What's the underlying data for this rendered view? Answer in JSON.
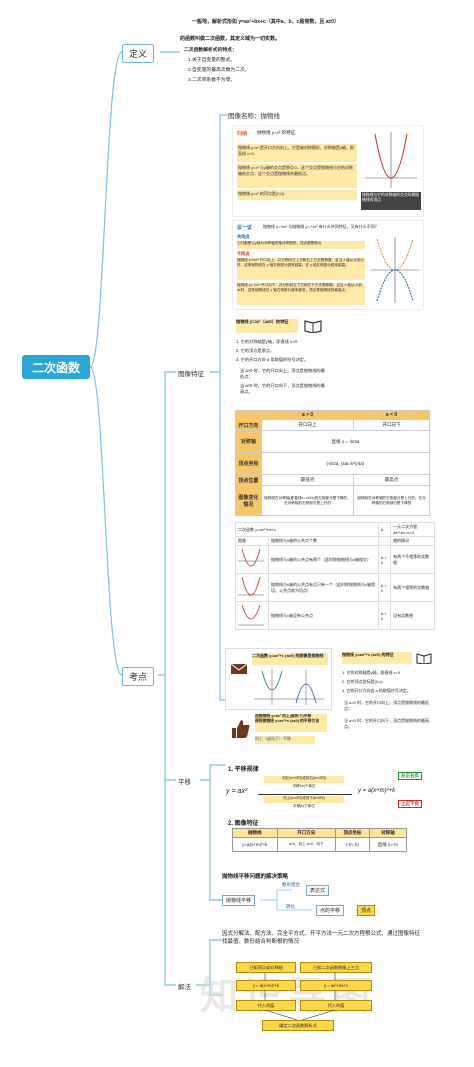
{
  "root": "二次函数",
  "branches": {
    "definition": "定义",
    "exam": "考点"
  },
  "subs": {
    "graph": "图像特征",
    "shift": "平移",
    "solve": "解法"
  },
  "definition": {
    "line1": "一般地，解析式形如 y=ax²+bx+c（其中a、b、c是常数，且 a≠0）",
    "line2": "的函数叫做二次函数，其定义域为一切实数。",
    "features_title": "二次函数解析式的特点：",
    "f1": "1.关于自变量的整式。",
    "f2": "2.自变量的最高次数为二次。",
    "f3": "3.二次项系数不为零。"
  },
  "graph_name": "图像名称：抛物线",
  "summary": {
    "title": "归纳",
    "subtitle": "抛物线 y=x² 的特征.",
    "b1": "抛物线 y=x² 是开口方向向上，它是轴对称图形，对称轴是y轴，即直线 x=0.",
    "b2": "抛物线 y=x² 与y轴的交点是原点O，这个交点是抛物线与它的对称轴的交点，这个交点是抛物线的最低点。",
    "b3": "抛物线 y=x² 的顶点是(0,0).",
    "caption": "抛物线与它的对称轴的交点叫做抛物线的顶点"
  },
  "think": {
    "title": "议一议",
    "subtitle": "抛物线 y=½x² 与抛物线 y=-½x² 有什么共同特征，又有什么不同？",
    "same": "共同点",
    "same_text": "它们都是以y轴为对称轴的轴对称图形，顶点都是原点",
    "diff": "不同点",
    "d1": "抛物线 y=½x² 开口向上，并分别向左上方和右上方无限伸展，且当 x 值从大到小时，这条抛物线在 y 轴右侧部分越来越高；在 y 轴左侧部分越来越高。",
    "d2": "抛物线 y=-½x² 开口向下，并分别向左下方和右下方无限伸展，且当 x 值从小到大时，这条抛物线在 y 轴右侧部分越来越低，顶点是抛物线的最高点。"
  },
  "parabola_props": {
    "title": "抛物线 y=ax²（a≠0）的特征",
    "p1": "1. 它的对称轴是y轴，即直线 x=0.",
    "p2": "2. 它的顶点是原点。",
    "p3": "3. 它的开口方向 a 用取值的符号决定。",
    "p4": "当 a>0 时，它的开口向上，顶点是抛物线的最低点；",
    "p5": "当 a<0 时，它的开口向下，顶点是抛物线的最高点。"
  },
  "table1": {
    "h": [
      "",
      "a > 0",
      "a < 0"
    ],
    "rows": [
      [
        "开口方向",
        "开口向上",
        "开口向下"
      ],
      [
        "对称轴",
        "直线 x = -b/2a",
        ""
      ],
      [
        "顶点坐标",
        "(-b/2a, (4ac-b²)/4a)",
        ""
      ],
      [
        "顶点位置",
        "最低点",
        "最高点"
      ],
      [
        "图像变化情况",
        "抛物线在对称轴(即直线x=-b/2a)的左侧部分是下降的，在对称轴的右侧部分是上升的",
        "抛物线在对称轴的左侧部分是上升的，在对称轴的右侧部分是下降的"
      ]
    ]
  },
  "table2": {
    "h": [
      "二次函数 y=ax²+bx+c",
      "Δ",
      "一元二次方程 ax²+bx+c=0"
    ],
    "sub": [
      "图像",
      "抛物线与x轴的公共点个数",
      "",
      "根的情况"
    ],
    "rows": [
      [
        "抛物线与x轴的公共点有两个（此时称抛物线与x轴相交）",
        "Δ > 0",
        "有两个不相等的实数根"
      ],
      [
        "抛物线与x轴的公共点有且只有一个（此时称抛物线与x轴相切，公共点称为切点）",
        "Δ = 0",
        "有两个相等的实数根"
      ],
      [
        "抛物线与x轴没有公共点",
        "Δ < 0",
        "没有实数根"
      ]
    ]
  },
  "card_a": {
    "title": "二次函数 y=ax²+c (a≠0) 的图像是抛物线"
  },
  "card_b": {
    "title": "抛物线 y=ax²+c (a≠0) 的特征",
    "p1": "1. 它的对称轴是y轴，即直线 x=0.",
    "p2": "2. 它的顶点坐标是(0,c).",
    "p3": "3. 它的开口方向由 a 的取值符号决定。",
    "p4": "当 a>0 时，它的开口向上，顶点是抛物线的最低点；",
    "p5": "当 a<0 时，它的开口向下，顶点是抛物线的最高点。"
  },
  "card_c": {
    "t1": "由抛物线 y=ax² 向上(或向下)平移",
    "t2": "得到抛物线 y=ax²+c (a≠0) 的平移方法",
    "t3": "向上（或向下）平移"
  },
  "shift": {
    "rule_title": "1. 平移规律",
    "left_eq": "y = ax²",
    "r1": "向左(m>0时)或向右(m<0时)",
    "r2": "平移|m|个单位",
    "r3": "向上(k>0时)或向下(k<0时)",
    "r4": "平移|k|个单位",
    "right_eq": "y = a(x+m)²+k",
    "tag1": "左正右负",
    "tag2": "上正下负",
    "feat_title": "2. 图像特征",
    "th": [
      "抛物线",
      "开口方向",
      "顶点坐标",
      "对称轴"
    ],
    "row": [
      "y=a(x+m)²+k",
      "a>0，向上 a<0，向下",
      "(-m, k)",
      "直线 x=-m"
    ]
  },
  "strategy": {
    "title": "抛物线平移问题的解决策略",
    "root": "抛物线平移",
    "e1": "数形结合",
    "e2": "转化",
    "n1": "表达式",
    "n2": "点的平移",
    "n3": "顶点"
  },
  "solve": {
    "text": "因式分解法、配方法、完全平方式、开平方法一元二次方程根公式、通过图像特征找最值、数形结合判断根的情况",
    "b1": "已知顶点或对称轴",
    "b2": "已知二次函数图像上三点",
    "b3": "y = a(x+m)²+k",
    "b4": "y = ax²+bx+c",
    "b5": "代入的值",
    "b6": "代入的值",
    "b7": "确定二次函数解析式"
  },
  "watermark": "知识导图"
}
